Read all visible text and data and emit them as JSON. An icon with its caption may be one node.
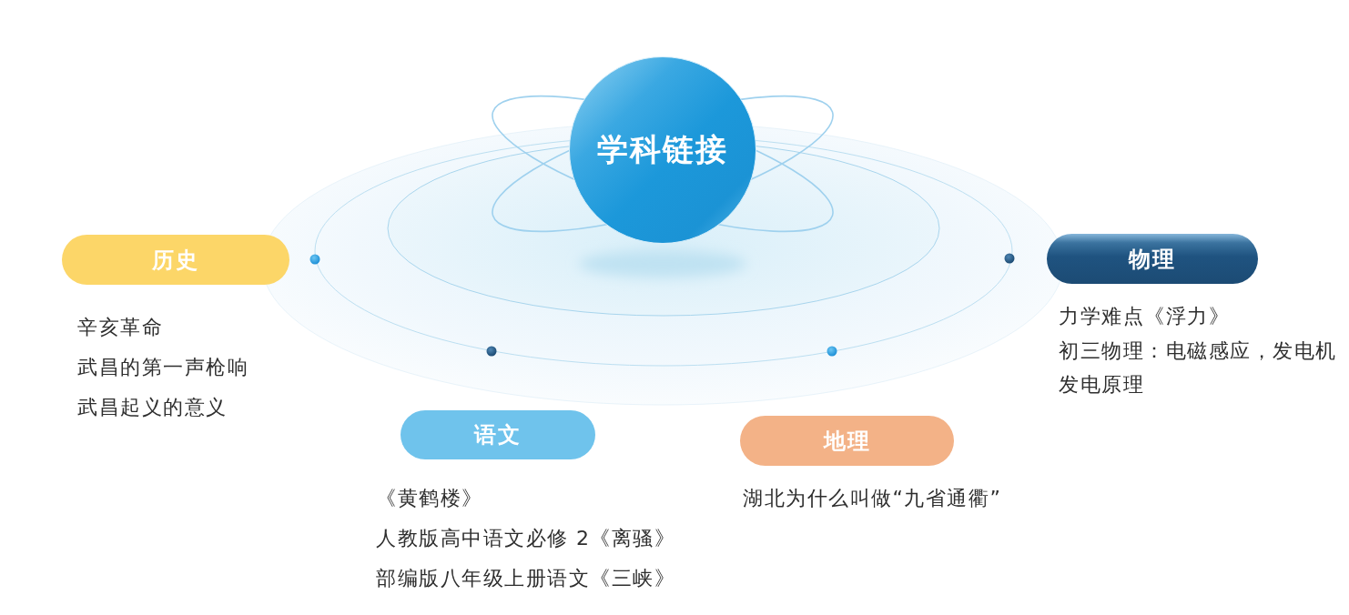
{
  "diagram": {
    "nodes": [
      {
        "text": [
          "学科链接"
        ]
      },
      {
        "text": [
          "历史"
        ],
        "beside": [
          "辛亥革命",
          "武昌的第一声枪响",
          "武昌起义的意义"
        ]
      },
      {
        "text": [
          "物理"
        ],
        "beside": [
          "力学难点《浮力》",
          "初三物理：电磁感应，发电机发电原理"
        ]
      },
      {
        "text": [
          "语文"
        ],
        "beside": [
          "《黄鹤楼》",
          "人教版高中语文必修 2《离骚》",
          "部编版八年级上册语文《三峡》"
        ]
      },
      {
        "text": [
          "地理"
        ],
        "beside": [
          "湖北为什么叫做“九省通衢”"
        ]
      }
    ]
  }
}
